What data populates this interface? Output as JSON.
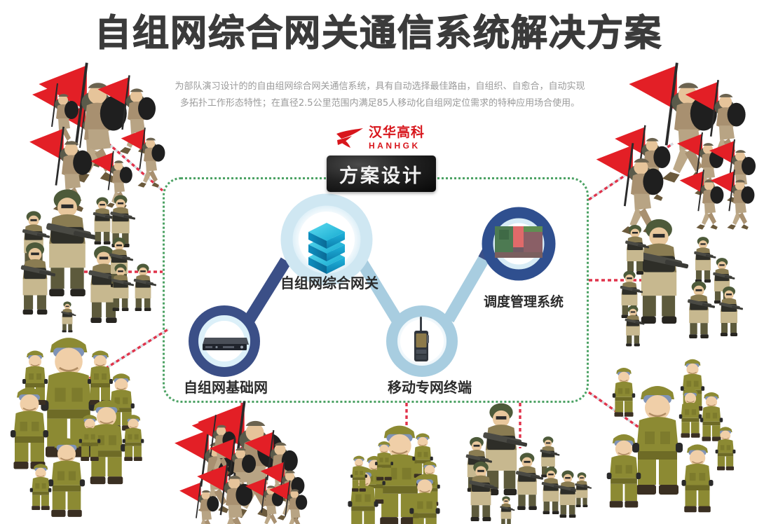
{
  "page": {
    "title": "自组网综合网关通信系统解决方案",
    "intro_line1": "为部队演习设计的的自由组网综合网关通信系统，具有自动选择最佳路由，自组织、自愈合，自动实现",
    "intro_line2": "多拓扑工作形态特性；在直径2.5公里范围内满足85人移动化自组网定位需求的特种应用场合使用。",
    "background_color": "#ffffff",
    "title_color": "#3b3b3b",
    "intro_color": "#9a9a9a"
  },
  "logo": {
    "cn": "汉华高科",
    "en": "HANHGK",
    "color": "#d8161c",
    "mark": "swoosh-bird-icon"
  },
  "plan_badge": {
    "label": "方案设计",
    "background": "#121212",
    "text_color": "#f2f2f2"
  },
  "frame": {
    "border_color": "#4ca264",
    "style": "dotted"
  },
  "nodes": [
    {
      "id": "gateway",
      "label": "自组网综合网关",
      "icon": "server-stack-icon",
      "ring_color": "#cfe7f2",
      "icon_color": "#19b6d8"
    },
    {
      "id": "dispatch",
      "label": "调度管理系统",
      "icon": "map-screen-icon",
      "ring_color": "#2f4f8f",
      "icon_color": "#4e7a55"
    },
    {
      "id": "base",
      "label": "自组网基础网",
      "icon": "rack-server-icon",
      "ring_color": "#3b4f87",
      "icon_color": "#2b2f3a"
    },
    {
      "id": "terminal",
      "label": "移动专网终端",
      "icon": "handheld-radio-icon",
      "ring_color": "#a8cde0",
      "icon_color": "#3a3f46"
    }
  ],
  "connectors": {
    "internal_color": "#3b4f87",
    "internal_light_color": "#a8cde0",
    "external_dash_color": "#e0334b",
    "external_dash_accent": "#cfd8dc"
  },
  "crowds": [
    {
      "id": "top-left",
      "type": "flag-bearer-group",
      "count": 6,
      "uniform": "#c8ba96",
      "flag_color": "#e31f26"
    },
    {
      "id": "mid-left",
      "type": "rifleman-group",
      "count": 10,
      "uniform": "#c7b88f",
      "helmet": "#4d5a3a"
    },
    {
      "id": "bottom-left",
      "type": "olive-squad-group",
      "count": 9,
      "uniform": "#8c8a33",
      "goggles": "#7f93b7"
    },
    {
      "id": "bottom-center",
      "type": "flag-bearer-group",
      "count": 11,
      "uniform": "#c8ba96",
      "flag_color": "#e31f26"
    },
    {
      "id": "bottom-mid",
      "type": "olive-squad-group",
      "count": 8,
      "uniform": "#8c8a33",
      "goggles": "#7f93b7"
    },
    {
      "id": "bottom-right-c",
      "type": "rifleman-group",
      "count": 9,
      "uniform": "#c7b88f",
      "helmet": "#4d5a3a"
    },
    {
      "id": "top-right",
      "type": "flag-bearer-group",
      "count": 9,
      "uniform": "#c8ba96",
      "flag_color": "#e31f26"
    },
    {
      "id": "mid-right",
      "type": "rifleman-group",
      "count": 9,
      "uniform": "#c7b88f",
      "helmet": "#4d5a3a"
    },
    {
      "id": "bottom-right",
      "type": "olive-squad-group",
      "count": 8,
      "uniform": "#8c8a33",
      "goggles": "#7f93b7"
    }
  ]
}
